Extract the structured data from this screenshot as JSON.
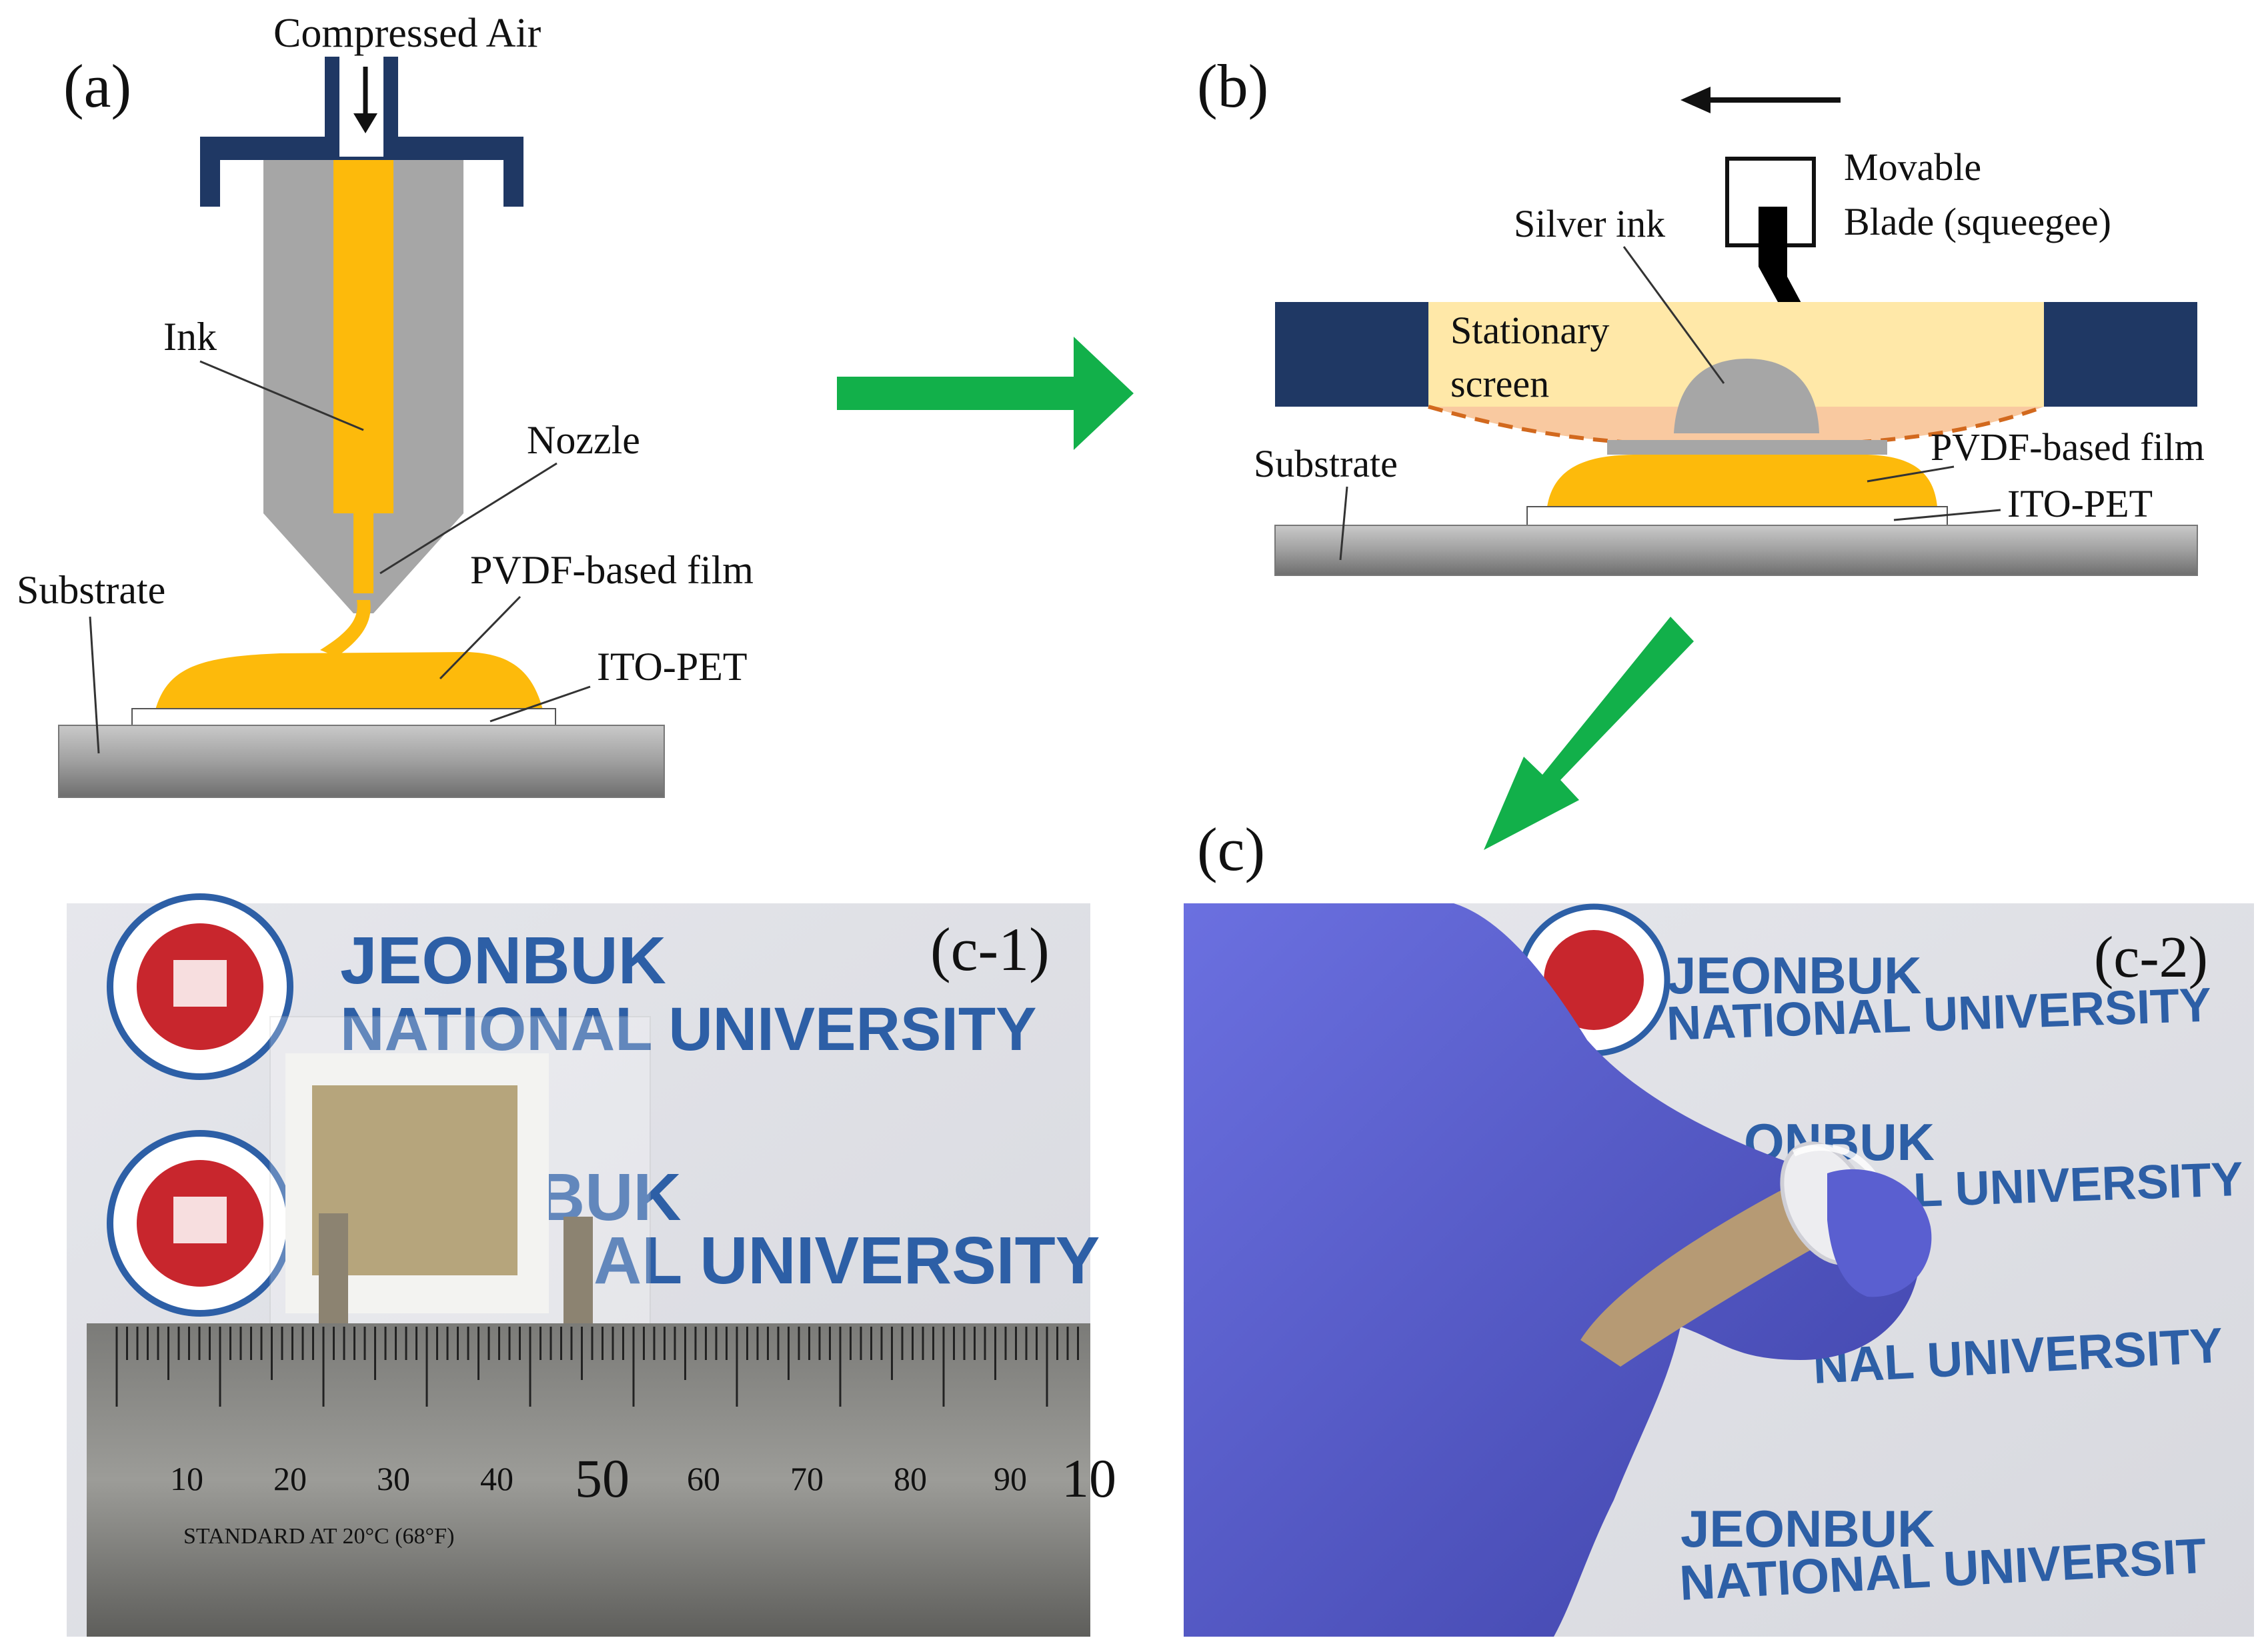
{
  "panels": {
    "a": "(a)",
    "b": "(b)",
    "c": "(c)",
    "c1": "(c-1)",
    "c2": "(c-2)"
  },
  "panel_a": {
    "compressed_air": "Compressed Air",
    "ink": "Ink",
    "nozzle": "Nozzle",
    "substrate": "Substrate",
    "pvdf_film": "PVDF-based film",
    "ito_pet": "ITO-PET"
  },
  "panel_b": {
    "movable": "Movable",
    "blade": "Blade (squeegee)",
    "silver_ink": "Silver ink",
    "stationary": "Stationary",
    "screen": "screen",
    "substrate": "Substrate",
    "pvdf_film": "PVDF-based film",
    "ito_pet": "ITO-PET"
  },
  "photo_c1": {
    "univ_line1": "JEONBUK",
    "univ_line2": "NATIONAL UNIVERSITY",
    "univ_line3": "BUK",
    "univ_line4": "AL UNIVERSITY",
    "ruler_ticks": [
      "10",
      "20",
      "30",
      "40",
      "50",
      "60",
      "70",
      "80",
      "90",
      "10"
    ],
    "ruler_text": "STANDARD   AT 20°C (68°F)"
  },
  "photo_c2": {
    "univ_line1": "JEONBUK",
    "univ_line2": "NATIONAL UNIVERSITY",
    "univ_line3": "ONBUK",
    "univ_line4": "L UNIVERSITY",
    "univ_line5": "NAL UNIVERSITY",
    "univ_line6": "JEONBUK",
    "univ_line7": "NATIONAL UNIVERSIT"
  },
  "colors": {
    "ink_yellow": "#FDBA0B",
    "nozzle_gray": "#A6A6A6",
    "cap_navy": "#1F3864",
    "screen_fill": "#FFE8A8",
    "arrow_green": "#12B04A",
    "glove_blue": "#5A5FD0",
    "print_blue": "#2D5FA6",
    "seal_red": "#C8262D"
  }
}
